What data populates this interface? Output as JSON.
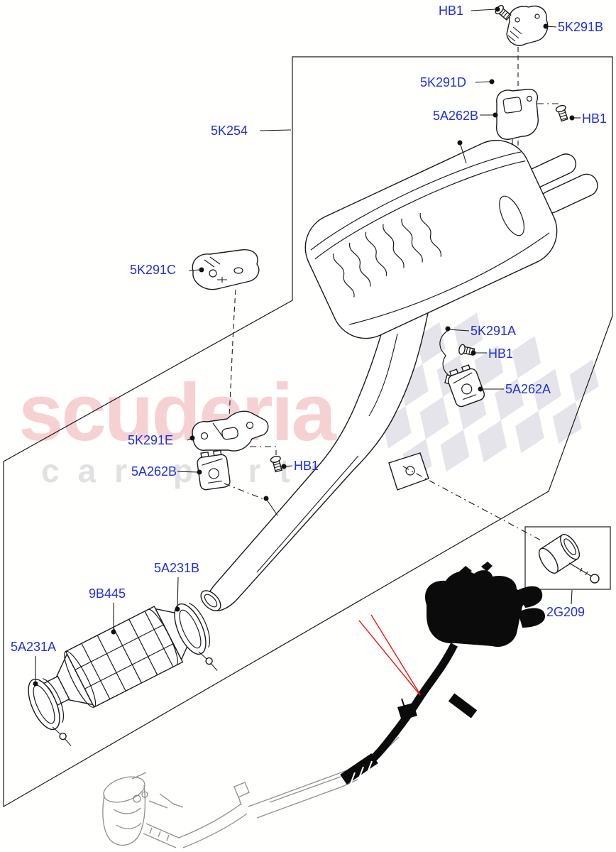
{
  "diagram": {
    "type": "exploded-parts-diagram",
    "subject": "rear exhaust system with silencer, catalyst, clamps, hangers and brackets"
  },
  "watermark": {
    "main": "scuderia",
    "sub": "car parts"
  },
  "colors": {
    "label": "#2130dd",
    "line": "#1a1a1a",
    "red_pointer": "#f11414",
    "watermark_pink": "#f2b5ba",
    "watermark_gray": "#dedede",
    "checker_flag": "#e4e4ea",
    "ghost_part_gray": "#8f8f8f"
  },
  "callouts": [
    {
      "id": "hb1-top",
      "text": "HB1"
    },
    {
      "id": "5k291b",
      "text": "5K291B"
    },
    {
      "id": "5k291d",
      "text": "5K291D"
    },
    {
      "id": "5a262b-top",
      "text": "5A262B"
    },
    {
      "id": "hb1-topright",
      "text": "HB1"
    },
    {
      "id": "5k254",
      "text": "5K254"
    },
    {
      "id": "5k291c",
      "text": "5K291C"
    },
    {
      "id": "5k291a",
      "text": "5K291A"
    },
    {
      "id": "hb1-mid",
      "text": "HB1"
    },
    {
      "id": "5a262a",
      "text": "5A262A"
    },
    {
      "id": "5k291e",
      "text": "5K291E"
    },
    {
      "id": "5a262b-bot",
      "text": "5A262B"
    },
    {
      "id": "hb1-bot",
      "text": "HB1"
    },
    {
      "id": "5a231b",
      "text": "5A231B"
    },
    {
      "id": "9b445",
      "text": "9B445"
    },
    {
      "id": "5a231a",
      "text": "5A231A"
    },
    {
      "id": "2g209",
      "text": "2G209"
    }
  ]
}
